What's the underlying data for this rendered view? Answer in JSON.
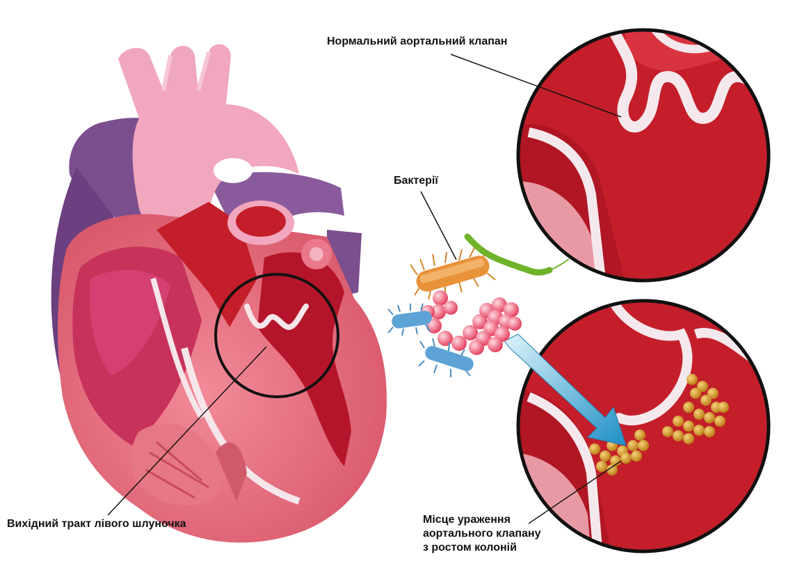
{
  "labels": {
    "normal_valve": "Нормальний аортальний клапан",
    "bacteria": "Бактерії",
    "lv_outflow": "Вихідний тракт лівого шлуночка",
    "damage_site": [
      "Місце ураження",
      "аортального клапану",
      "з ростом колоній"
    ]
  },
  "colors": {
    "myocardium": "#e0697b",
    "chamber": "#c41e2a",
    "aorta_pink": "#f1a7bd",
    "vein_purple": "#7b4e8e",
    "valve_white": "#f3e6ea",
    "colony_gold": "#d49a2a",
    "arrow_blue": "#2aa0d0",
    "outline": "#111111"
  }
}
